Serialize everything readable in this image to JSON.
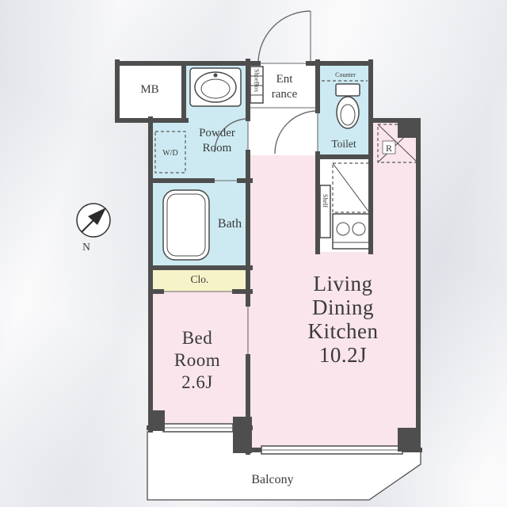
{
  "plan": {
    "rooms": {
      "mb": {
        "label": "MB"
      },
      "powder_room": {
        "lines": [
          "Powder",
          "Room"
        ]
      },
      "entrance": {
        "lines": [
          "Ent",
          "rance"
        ]
      },
      "shoe_box": {
        "label": "ShoeBox"
      },
      "toilet": {
        "label": "Toilet",
        "counter_label": "Counter"
      },
      "washer_dryer": {
        "label": "W/D"
      },
      "bath": {
        "label": "Bath"
      },
      "closet": {
        "label": "Clo."
      },
      "bedroom": {
        "lines": [
          "Bed",
          "Room",
          "2.6J"
        ]
      },
      "ldk": {
        "lines": [
          "Living",
          "Dining",
          "Kitchen",
          "10.2J"
        ]
      },
      "refrigerator": {
        "label": "R"
      },
      "shelf": {
        "label": "Shelf"
      },
      "balcony": {
        "label": "Balcony"
      }
    },
    "compass": {
      "label": "N"
    },
    "colors": {
      "wall": "#4e4e4e",
      "pink": "#f9e5eb",
      "blue": "#cdeaf2",
      "yellow": "#f6f3c9",
      "white": "#ffffff"
    }
  }
}
